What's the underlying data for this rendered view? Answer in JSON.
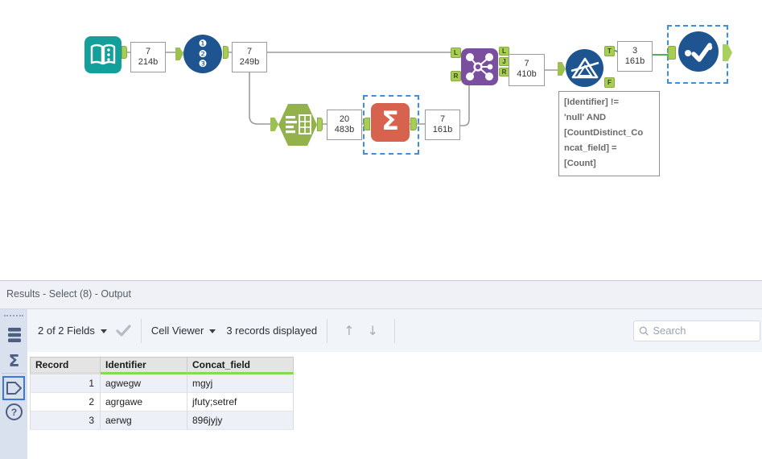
{
  "colors": {
    "input_tool_teal": "#14A09A",
    "blue_tool": "#1E548F",
    "parse_tool_green": "#93B24B",
    "summarize_orange": "#D7624E",
    "join_purple": "#7B4FA0",
    "anchor_lime": "#A6CE55",
    "selection_blue": "#3E8EDE",
    "wire_gray": "#9C9C9C",
    "wire_green": "#3DA33D",
    "quality_green": "#84DB4E",
    "sidebar_bg": "#D9E0EE",
    "sidebar_icon_slate": "#4C5E82"
  },
  "workflow": {
    "annotations": {
      "a1": {
        "count": "7",
        "size": "214b"
      },
      "a2": {
        "count": "7",
        "size": "249b"
      },
      "a3": {
        "count": "20",
        "size": "483b"
      },
      "a4": {
        "count": "7",
        "size": "161b"
      },
      "a5": {
        "count": "7",
        "size": "410b"
      },
      "a6": {
        "count": "3",
        "size": "161b"
      }
    },
    "anchors": {
      "join_in_l": "L",
      "join_in_r": "R",
      "join_out_l": "L",
      "join_out_j": "J",
      "join_out_r": "R",
      "filter_out_t": "T",
      "filter_out_f": "F"
    },
    "glyphs": {
      "record_id": [
        "❶",
        "❷",
        "❸"
      ],
      "summarize": "Σ"
    },
    "expression_note": {
      "lines": [
        "[Identifier] !=",
        "'null' AND",
        "[CountDistinct_Co",
        "ncat_field] =",
        "[Count]"
      ],
      "full_expression": "[Identifier] != 'null' AND [CountDistinct_Concat_field] = [Count]"
    }
  },
  "results": {
    "title": "Results - Select (8) - Output",
    "toolbar": {
      "fields_dropdown": "2 of 2 Fields",
      "cell_viewer_dropdown": "Cell Viewer",
      "records_displayed": "3 records displayed",
      "up_glyph": "↑",
      "down_glyph": "↓",
      "search_placeholder": "Search"
    },
    "sidebar": {
      "sigma_glyph": "Σ",
      "help_glyph": "?"
    },
    "table": {
      "columns": [
        "Record",
        "Identifier",
        "Concat_field"
      ],
      "rows": [
        {
          "record": "1",
          "identifier": "agwegw",
          "concat_field": "mgyj"
        },
        {
          "record": "2",
          "identifier": "agrgawe",
          "concat_field": "jfuty;setref"
        },
        {
          "record": "3",
          "identifier": "aerwg",
          "concat_field": "896jyjy"
        }
      ]
    }
  }
}
